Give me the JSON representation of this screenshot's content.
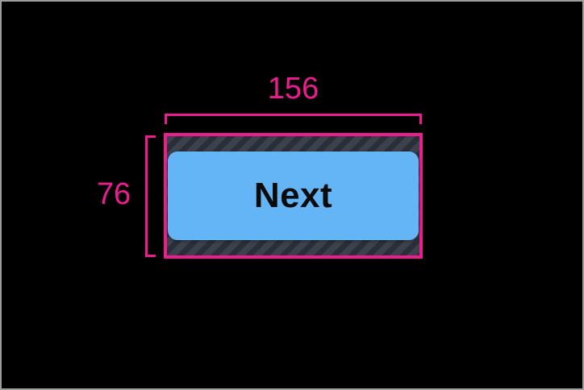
{
  "colors": {
    "accent": "#ED1C90",
    "button-fill": "#64B5F6",
    "button-text": "#0B0B0B",
    "hatch-base": "#3B414D",
    "hatch-stripe": "#2A2E37",
    "canvas-bg": "#000000",
    "frame-border": "#9E9E9E"
  },
  "measurements": {
    "width_label": "156",
    "height_label": "76"
  },
  "button": {
    "label": "Next"
  }
}
